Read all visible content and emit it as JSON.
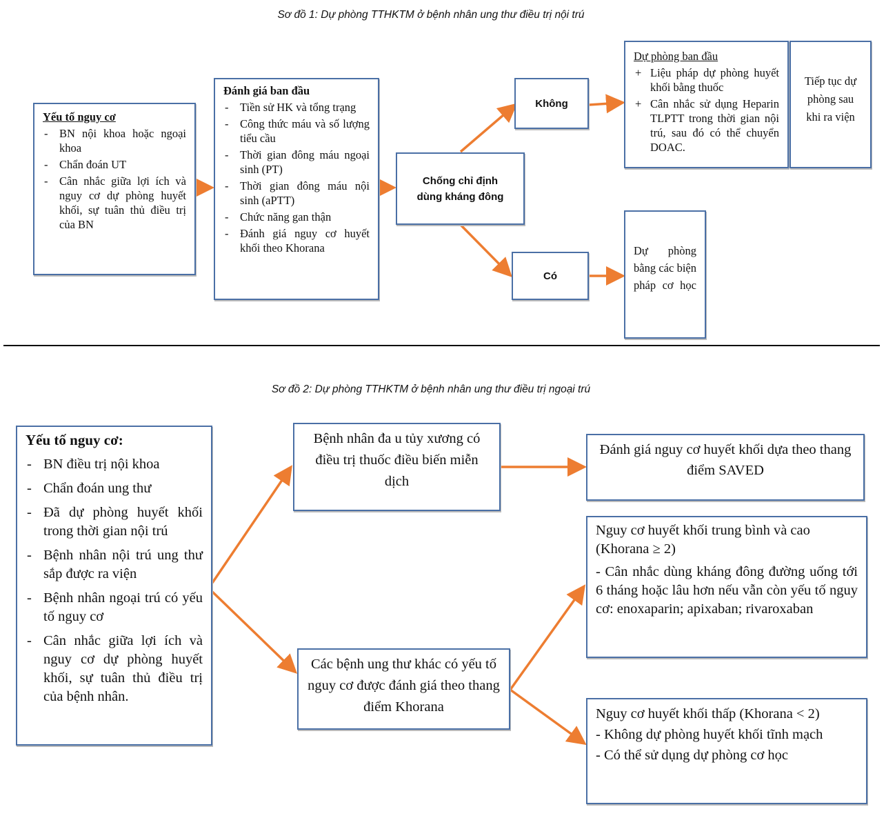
{
  "diagram1": {
    "title": "Sơ đồ 1: Dự phòng TTHKTM ở bệnh nhân ung thư điều trị nội trú",
    "risk": {
      "heading": "Yếu tố nguy cơ",
      "items": [
        "BN nội khoa hoặc ngoại khoa",
        "Chẩn đoán UT",
        "Cân nhắc giữa lợi ích và nguy cơ dự phòng huyết khối, sự tuân thủ điều trị của BN"
      ]
    },
    "assessment": {
      "heading": "Đánh giá ban đầu",
      "items": [
        "Tiền sử HK và tổng trạng",
        "Công thức máu và số lượng tiểu cầu",
        "Thời gian đông máu ngoại sinh (PT)",
        "Thời gian đông máu nội sinh (aPTT)",
        "Chức năng gan thận",
        "Đánh giá nguy cơ huyết khối theo Khorana"
      ]
    },
    "contraindication": "Chống chỉ định dùng kháng đông",
    "no": "Không",
    "yes": "Có",
    "initial": {
      "heading": "Dự phòng ban đầu",
      "items": [
        "Liệu pháp dự phòng huyết khối bằng thuốc",
        "Cân nhắc sử dụng Heparin TLPTT trong thời gian nội trú, sau đó có thể chuyển DOAC."
      ]
    },
    "continue": "Tiếp tục dự phòng sau khi ra viện",
    "mechanical": "Dự phòng bằng các biện pháp cơ học"
  },
  "diagram2": {
    "title": "Sơ đồ 2: Dự phòng TTHKTM ở bệnh nhân ung thư điều trị ngoại trú",
    "risk": {
      "heading": "Yếu tố nguy cơ:",
      "items": [
        "BN điều trị nội khoa",
        "Chẩn đoán ung thư",
        "Đã dự phòng huyết khối trong thời gian nội trú",
        "Bệnh nhân nội trú ung thư sắp được ra viện",
        "Bệnh nhân ngoại trú có yếu tố nguy cơ",
        "Cân nhắc giữa lợi ích và nguy cơ dự phòng huyết khối, sự tuân thủ điều trị của bệnh nhân."
      ]
    },
    "myeloma": "Bệnh nhân đa u tủy xương có điều trị thuốc điều biến miễn dịch",
    "other": "Các bệnh ung thư khác có yếu tố nguy cơ được đánh giá theo thang điểm Khorana",
    "saved": "Đánh giá nguy cơ huyết khối dựa theo thang điểm SAVED",
    "high": {
      "heading": "Nguy cơ huyết khối trung bình và cao (Khorana ≥ 2)",
      "text": "- Cân nhắc dùng kháng đông đường uống tới 6 tháng hoặc lâu hơn nếu vẫn còn yếu tố nguy cơ: enoxaparin; apixaban; rivaroxaban"
    },
    "low": {
      "heading": "Nguy cơ huyết khối thấp (Khorana < 2)",
      "lines": [
        "- Không dự phòng huyết khối tĩnh mạch",
        "- Có thể sử dụng dự phòng cơ học"
      ]
    }
  },
  "colors": {
    "arrow": "#ed7d31",
    "border": "#4a6fa5"
  }
}
